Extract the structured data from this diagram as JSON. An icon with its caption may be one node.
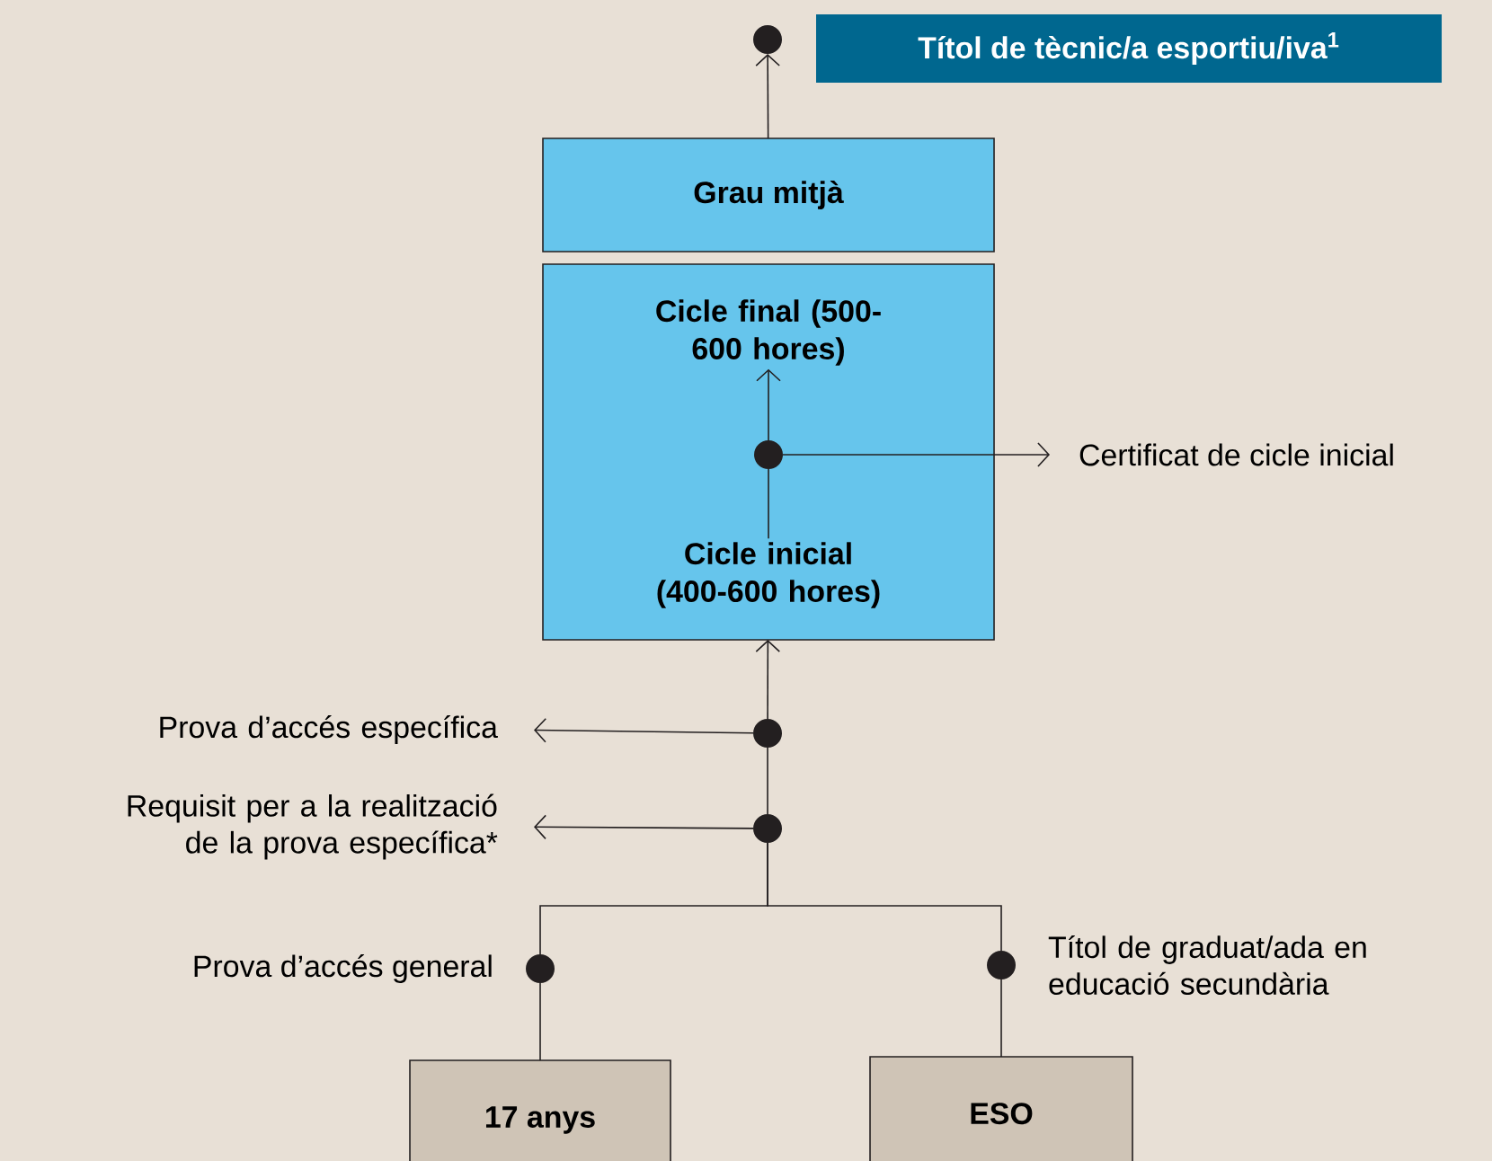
{
  "diagram": {
    "nodes": [
      {
        "text": [
          "Títol de tècnic/a esportiu/iva$^{1}$"
        ]
      },
      {
        "text": [
          "Grau mitjà"
        ]
      },
      {
        "text": [],
        "shape": "box"
      },
      {
        "text": [
          "Cicle final (500-600 hores)"
        ],
        "in": 2
      },
      {
        "text": [
          "Cicle inicial (400-600 hores)"
        ],
        "in": 2
      },
      {
        "text": [],
        "shape": "circle",
        "in": 2
      },
      {
        "text": [
          "Certificat de cicle inicial"
        ]
      },
      {
        "text": [],
        "shape": "circle"
      },
      {
        "text": [
          "Prova d’accés específica"
        ]
      },
      {
        "text": [
          "Requisit per a la realització de la prova específica*"
        ]
      },
      {
        "text": [],
        "shape": "circle"
      },
      {
        "text": [],
        "shape": "circle"
      },
      {
        "text": [],
        "shape": "circle",
        "beside": [
          "Prova d’accés general"
        ]
      },
      {
        "text": [],
        "shape": "circle",
        "beside": [
          "Títol de graduat/ada en educació secundària"
        ]
      },
      {
        "text": [
          "17 anys"
        ]
      },
      {
        "text": [
          "ESO"
        ]
      }
    ],
    "edges": [
      {
        "from": 1,
        "to": 7,
        "arrow": "to"
      },
      {
        "from": 4,
        "to": 5,
        "arrow": "none"
      },
      {
        "from": 5,
        "to": 3,
        "arrow": "to"
      },
      {
        "from": 5,
        "to": 6,
        "arrow": "to"
      },
      {
        "from": 10,
        "to": 2,
        "arrow": "to"
      },
      {
        "from": 10,
        "to": 8,
        "arrow": "to"
      },
      {
        "from": 11,
        "to": 10,
        "arrow": "none"
      },
      {
        "from": 11,
        "to": 9,
        "arrow": "to"
      },
      {
        "from": 12,
        "to": 11,
        "arrow": "none"
      },
      {
        "from": 13,
        "to": 11,
        "arrow": "none"
      },
      {
        "from": 14,
        "to": 12,
        "arrow": "none"
      },
      {
        "from": 15,
        "to": 13,
        "arrow": "none"
      }
    ]
  }
}
